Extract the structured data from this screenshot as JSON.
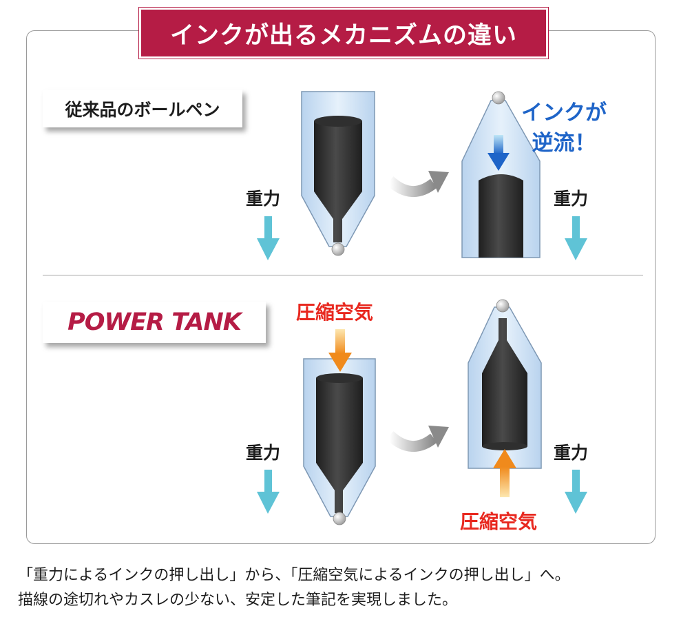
{
  "title": "インクが出るメカニズムの違い",
  "sections": {
    "conventional": {
      "label": "従来品のボールペン",
      "ink_note_line1": "インクが",
      "ink_note_line2": "逆流！"
    },
    "power_tank": {
      "label": "POWER TANK",
      "air_top": "圧縮空気",
      "air_bottom": "圧縮空気"
    }
  },
  "gravity_label": "重力",
  "caption": {
    "line1": "「重力によるインクの押し出し」から、「圧縮空気によるインクの押し出し」へ。",
    "line2": "描線の途切れやカスレの少ない、安定した筆記を実現しました。"
  },
  "colors": {
    "banner": "#b51c45",
    "power_tank": "#b51c45",
    "gravity_arrow": "#5fc3d6",
    "backflow_arrow": "#1e64c8",
    "air_arrow": "#f08a1c",
    "air_text": "#e8281f",
    "ink": "#2a2a2a",
    "barrel": "#cfe3f5"
  },
  "icons": [
    "gravity-arrow-icon",
    "curved-arrow-icon",
    "backflow-arrow-icon",
    "air-arrow-icon",
    "ball-tip-icon"
  ]
}
